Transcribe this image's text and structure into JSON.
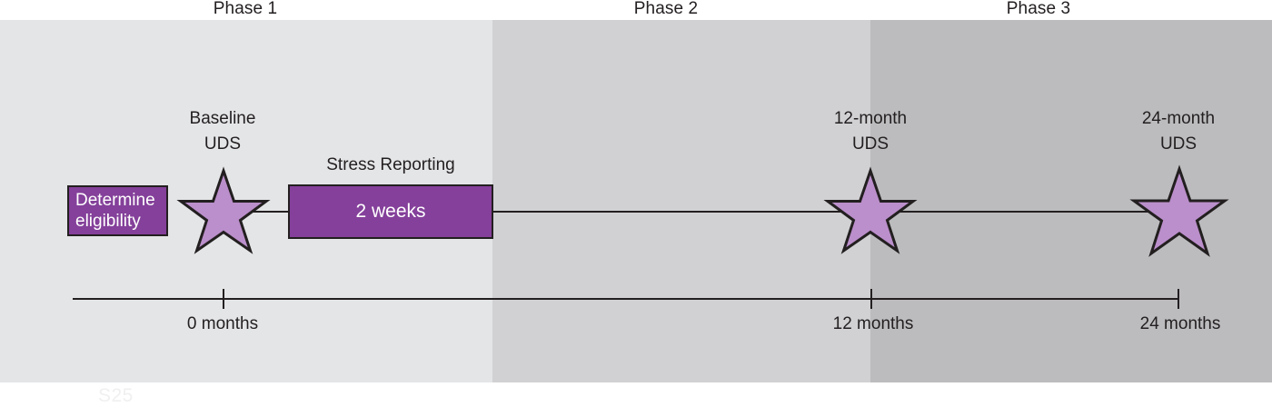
{
  "figure": {
    "type": "study-timeline-diagram",
    "watermark": "S25"
  },
  "phases": [
    {
      "label": "Phase 1",
      "background_color": "#e4e5e7"
    },
    {
      "label": "Phase 2",
      "background_color": "#d1d1d3"
    },
    {
      "label": "Phase 3",
      "background_color": "#bcbcbe"
    }
  ],
  "nodes": {
    "eligibility_box": {
      "line1": "Determine",
      "line2": "eligibility",
      "fill": "#84409a",
      "text_color": "#ffffff"
    },
    "stress_box": {
      "label": "2 weeks",
      "caption": "Stress Reporting",
      "fill": "#84409a",
      "text_color": "#ffffff"
    }
  },
  "milestones": [
    {
      "name": "baseline-uds",
      "line1": "Baseline",
      "line2": "UDS",
      "marker": "star",
      "fill": "#bb8fcb"
    },
    {
      "name": "12-month-uds",
      "line1": "12-month",
      "line2": "UDS",
      "marker": "star",
      "fill": "#bb8fcb"
    },
    {
      "name": "24-month-uds",
      "line1": "24-month",
      "line2": "UDS",
      "marker": "star",
      "fill": "#bb8fcb"
    }
  ],
  "axis": {
    "ticks": [
      {
        "label": "0 months",
        "value": 0
      },
      {
        "label": "12 months",
        "value": 12
      },
      {
        "label": "24 months",
        "value": 24
      }
    ],
    "unit": "months",
    "range": [
      0,
      24
    ]
  },
  "colors": {
    "purple_fill": "#84409a",
    "star_fill": "#bb8fcb",
    "stroke": "#231f20"
  }
}
